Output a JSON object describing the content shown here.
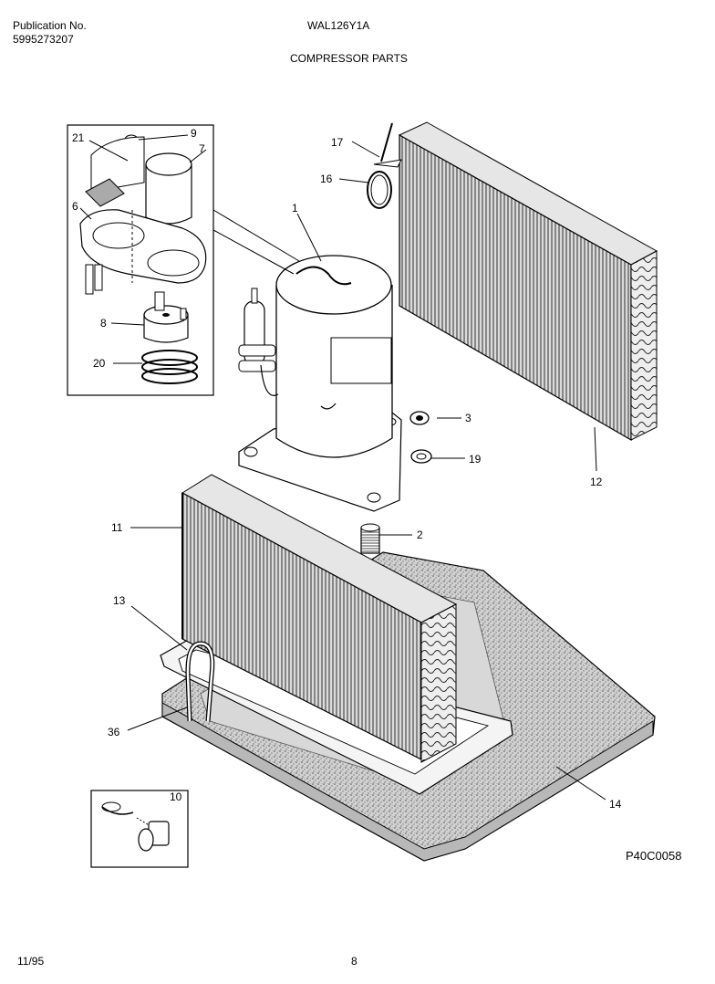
{
  "header": {
    "publication_label": "Publication No.",
    "publication_number": "5995273207",
    "model": "WAL126Y1A",
    "section_title": "COMPRESSOR PARTS"
  },
  "diagram": {
    "code": "P40C0058",
    "callouts": {
      "c1": "1",
      "c2": "2",
      "c3": "3",
      "c6": "6",
      "c7": "7",
      "c8": "8",
      "c9": "9",
      "c10": "10",
      "c11": "11",
      "c12": "12",
      "c13": "13",
      "c14": "14",
      "c16": "16",
      "c17": "17",
      "c19": "19",
      "c20": "20",
      "c21": "21",
      "c36": "36"
    }
  },
  "footer": {
    "date": "11/95",
    "page": "8"
  }
}
